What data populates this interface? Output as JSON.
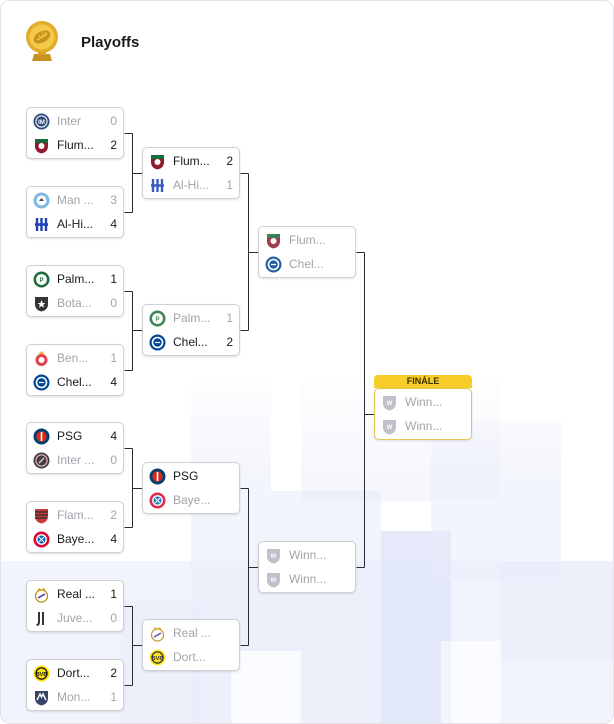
{
  "header": {
    "title": "Playoffs",
    "icon": "trophy-icon"
  },
  "bracket": {
    "final_label": "FINÁLE",
    "rounds": [
      {
        "matches": [
          {
            "teams": [
              {
                "name": "Inter",
                "score": "0",
                "logo": "inter"
              },
              {
                "name": "Flum...",
                "score": "2",
                "logo": "fluminense"
              }
            ]
          },
          {
            "teams": [
              {
                "name": "Man ...",
                "score": "3",
                "logo": "mancity"
              },
              {
                "name": "Al-Hi...",
                "score": "4",
                "logo": "alhilal"
              }
            ]
          },
          {
            "teams": [
              {
                "name": "Palm...",
                "score": "1",
                "logo": "palmeiras"
              },
              {
                "name": "Bota...",
                "score": "0",
                "logo": "botafogo"
              }
            ]
          },
          {
            "teams": [
              {
                "name": "Ben...",
                "score": "1",
                "logo": "benfica"
              },
              {
                "name": "Chel...",
                "score": "4",
                "logo": "chelsea"
              }
            ]
          },
          {
            "teams": [
              {
                "name": "PSG",
                "score": "4",
                "logo": "psg"
              },
              {
                "name": "Inter ...",
                "score": "0",
                "logo": "intermiami"
              }
            ]
          },
          {
            "teams": [
              {
                "name": "Flam...",
                "score": "2",
                "logo": "flamengo"
              },
              {
                "name": "Baye...",
                "score": "4",
                "logo": "bayern"
              }
            ]
          },
          {
            "teams": [
              {
                "name": "Real ...",
                "score": "1",
                "logo": "realmadrid"
              },
              {
                "name": "Juve...",
                "score": "0",
                "logo": "juventus"
              }
            ]
          },
          {
            "teams": [
              {
                "name": "Dort...",
                "score": "2",
                "logo": "dortmund"
              },
              {
                "name": "Mon...",
                "score": "1",
                "logo": "monterrey"
              }
            ]
          }
        ]
      },
      {
        "matches": [
          {
            "teams": [
              {
                "name": "Flum...",
                "score": "2",
                "logo": "fluminense"
              },
              {
                "name": "Al-Hi...",
                "score": "1",
                "logo": "alhilal"
              }
            ]
          },
          {
            "teams": [
              {
                "name": "Palm...",
                "score": "1",
                "logo": "palmeiras"
              },
              {
                "name": "Chel...",
                "score": "2",
                "logo": "chelsea"
              }
            ]
          },
          {
            "teams": [
              {
                "name": "PSG",
                "score": "",
                "logo": "psg"
              },
              {
                "name": "Baye...",
                "score": "",
                "logo": "bayern"
              }
            ]
          },
          {
            "teams": [
              {
                "name": "Real ...",
                "score": "",
                "logo": "realmadrid"
              },
              {
                "name": "Dort...",
                "score": "",
                "logo": "dortmund"
              }
            ]
          }
        ]
      },
      {
        "matches": [
          {
            "teams": [
              {
                "name": "Flum...",
                "score": "",
                "logo": "fluminense"
              },
              {
                "name": "Chel...",
                "score": "",
                "logo": "chelsea"
              }
            ]
          },
          {
            "teams": [
              {
                "name": "Winn...",
                "score": "",
                "logo": "placeholder"
              },
              {
                "name": "Winn...",
                "score": "",
                "logo": "placeholder"
              }
            ]
          }
        ]
      },
      {
        "matches": [
          {
            "teams": [
              {
                "name": "Winn...",
                "score": "",
                "logo": "placeholder"
              },
              {
                "name": "Winn...",
                "score": "",
                "logo": "placeholder"
              }
            ]
          }
        ]
      }
    ]
  },
  "colors": {
    "line": "#2b2b33",
    "card_border": "#cfd0d6",
    "final_accent": "#f7cd2a",
    "muted_text": "#a3a4ab"
  }
}
